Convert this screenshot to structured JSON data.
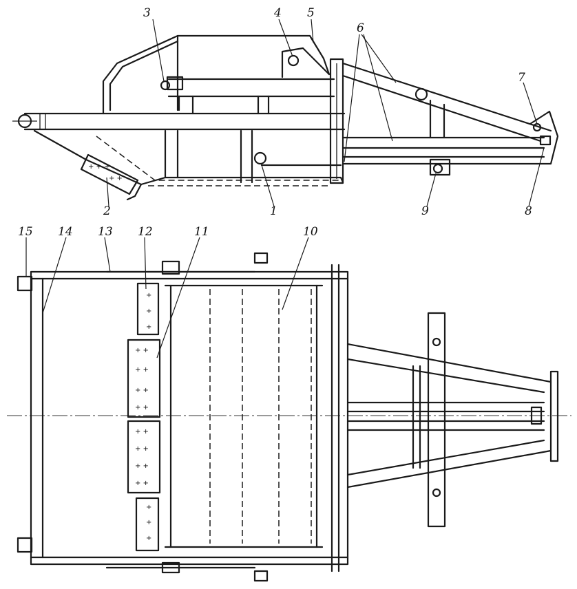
{
  "side_view": {
    "callouts": [
      {
        "id": "1",
        "text": "1"
      },
      {
        "id": "2",
        "text": "2"
      },
      {
        "id": "3",
        "text": "3"
      },
      {
        "id": "4",
        "text": "4"
      },
      {
        "id": "5",
        "text": "5"
      },
      {
        "id": "6",
        "text": "6"
      },
      {
        "id": "7",
        "text": "7"
      },
      {
        "id": "8",
        "text": "8"
      },
      {
        "id": "9",
        "text": "9"
      }
    ]
  },
  "plan_view": {
    "callouts": [
      {
        "id": "10",
        "text": "10"
      },
      {
        "id": "11",
        "text": "11"
      },
      {
        "id": "12",
        "text": "12"
      },
      {
        "id": "13",
        "text": "13"
      },
      {
        "id": "14",
        "text": "14"
      },
      {
        "id": "15",
        "text": "15"
      }
    ]
  },
  "colors": {
    "ink": "#1a1a1a",
    "paper": "#ffffff"
  }
}
